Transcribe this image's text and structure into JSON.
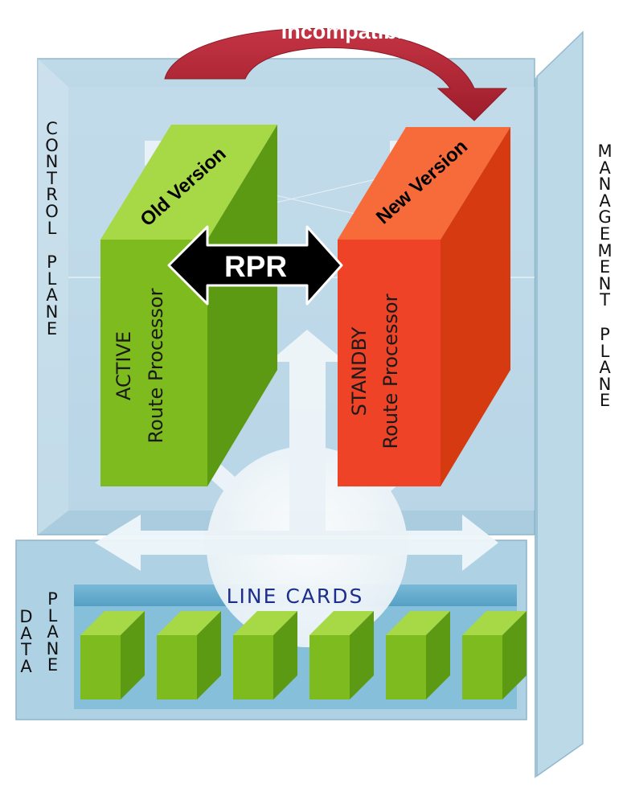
{
  "banner": {
    "label": "Incompatible"
  },
  "control_plane": {
    "label": "CONTROL PLANE"
  },
  "management_plane": {
    "label": "MANAGEMENT PLANE"
  },
  "data_plane": {
    "label_left": "DATA",
    "label_right": "PLANE"
  },
  "active_rp": {
    "version": "Old Version",
    "role": "ACTIVE",
    "name": "Route Processor"
  },
  "standby_rp": {
    "version": "New Version",
    "role": "STANDBY",
    "name": "Route Processor"
  },
  "link": {
    "label": "RPR"
  },
  "line_cards": {
    "title": "LINE CARDS",
    "count": 6
  },
  "colors": {
    "arrow": "#b22535",
    "active": "#7dbb1e",
    "standby": "#ea3d1f",
    "panel": "#a9cde0",
    "line_card": "#7dbb1e"
  }
}
